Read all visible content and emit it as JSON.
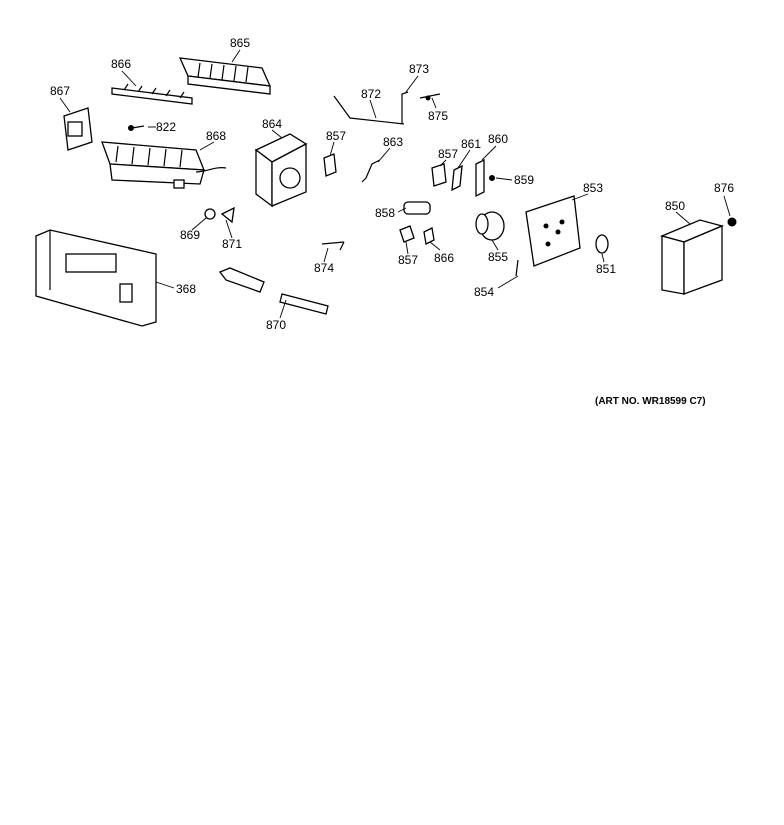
{
  "diagram": {
    "art_number": "(ART NO. WR18599 C7)",
    "labels": {
      "p865": "865",
      "p866a": "866",
      "p867": "867",
      "p822": "822",
      "p868": "868",
      "p864": "864",
      "p857a": "857",
      "p863": "863",
      "p872": "872",
      "p873": "873",
      "p875": "875",
      "p857b": "857",
      "p861": "861",
      "p860": "860",
      "p859": "859",
      "p853": "853",
      "p876": "876",
      "p850": "850",
      "p869": "869",
      "p871": "871",
      "p368": "368",
      "p874": "874",
      "p870": "870",
      "p858": "858",
      "p857c": "857",
      "p866b": "866",
      "p855": "855",
      "p854": "854",
      "p851": "851"
    }
  }
}
